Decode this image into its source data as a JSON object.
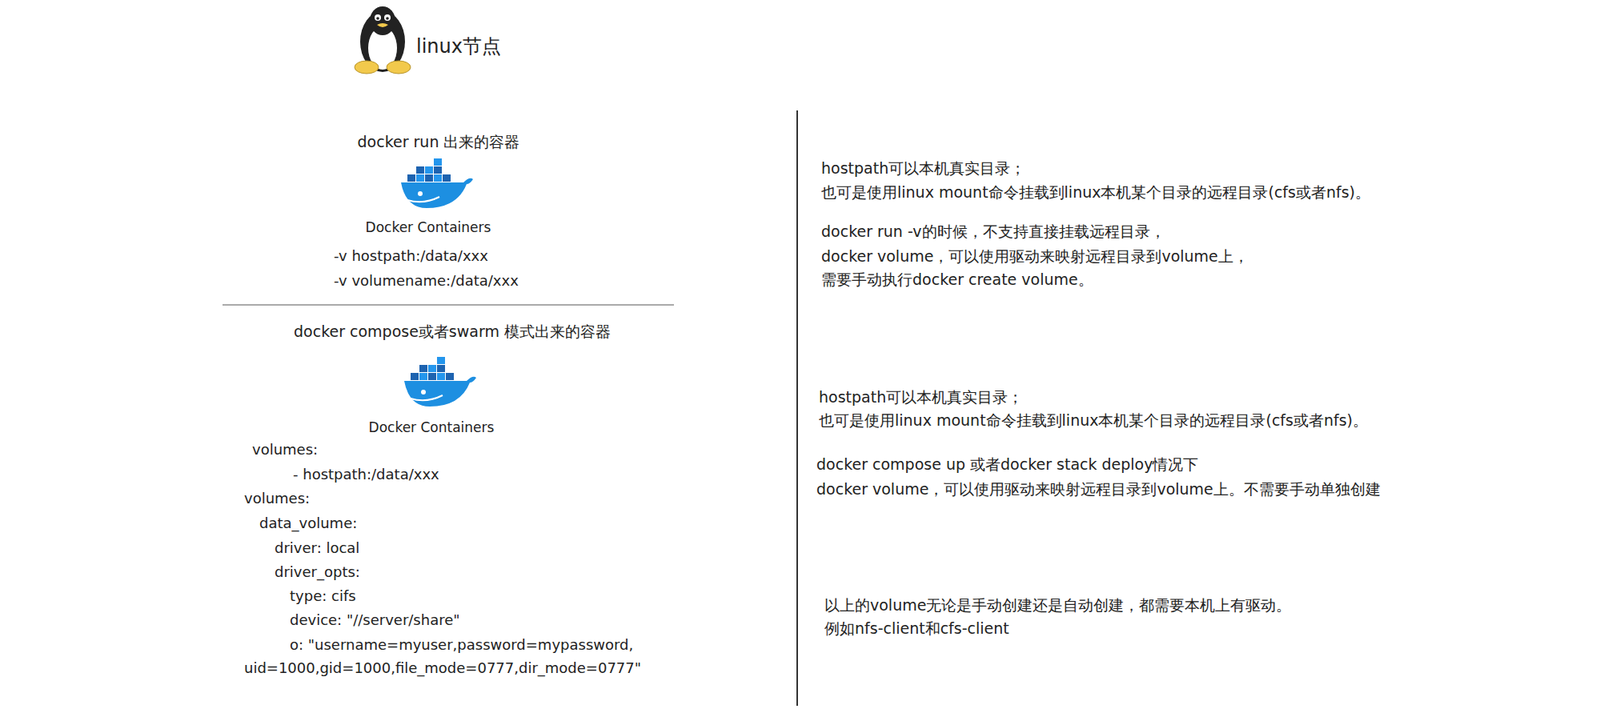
{
  "diagram": {
    "title": "linux节点",
    "labels": [
      "docker run 出来的容器",
      "Docker Containers",
      "-v hostpath:/data/xxx",
      "-v volumename:/data/xxx",
      "docker compose或者swarm 模式出来的容器",
      "Docker Containers",
      "volumes:",
      "- hostpath:/data/xxx",
      "volumes:",
      "data_volume:",
      "driver: local",
      "driver_opts:",
      "type: cifs",
      "device: \"//server/share\"",
      "o: \"username=myuser,password=mypassword,",
      "uid=1000,gid=1000,file_mode=0777,dir_mode=0777\"",
      "hostpath可以本机真实目录；",
      "也可是使用linux mount命令挂载到linux本机某个目录的远程目录(cfs或者nfs)。",
      "docker run -v的时候，不支持直接挂载远程目录，",
      "docker volume，可以使用驱动来映射远程目录到volume上，",
      "需要手动执行docker create volume。",
      "hostpath可以本机真实目录；",
      "也可是使用linux mount命令挂载到linux本机某个目录的远程目录(cfs或者nfs)。",
      "docker compose up 或者docker stack deploy情况下",
      "docker volume，可以使用驱动来映射远程目录到volume上。不需要手动单独创建",
      "以上的volume无论是手动创建还是自动创建，都需要本机上有驱动。",
      "例如nfs-client和cfs-client"
    ]
  }
}
